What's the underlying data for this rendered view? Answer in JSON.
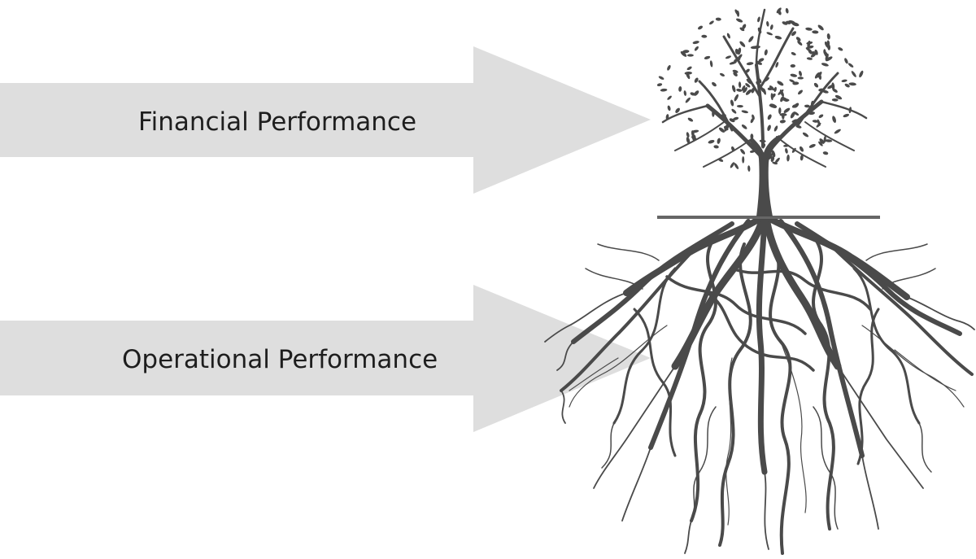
{
  "diagram": {
    "arrows": [
      {
        "id": "financial",
        "label": "Financial Performance",
        "points_to": "tree-canopy"
      },
      {
        "id": "operational",
        "label": "Operational Performance",
        "points_to": "tree-roots"
      }
    ],
    "colors": {
      "arrow_fill": "#dedede",
      "tree": "#4a4a4a",
      "ground_line": "#666666",
      "label_text": "#1e1e1e"
    },
    "illustration": {
      "icon": "tree-with-roots",
      "parts": [
        "canopy",
        "trunk",
        "ground",
        "roots"
      ]
    }
  }
}
